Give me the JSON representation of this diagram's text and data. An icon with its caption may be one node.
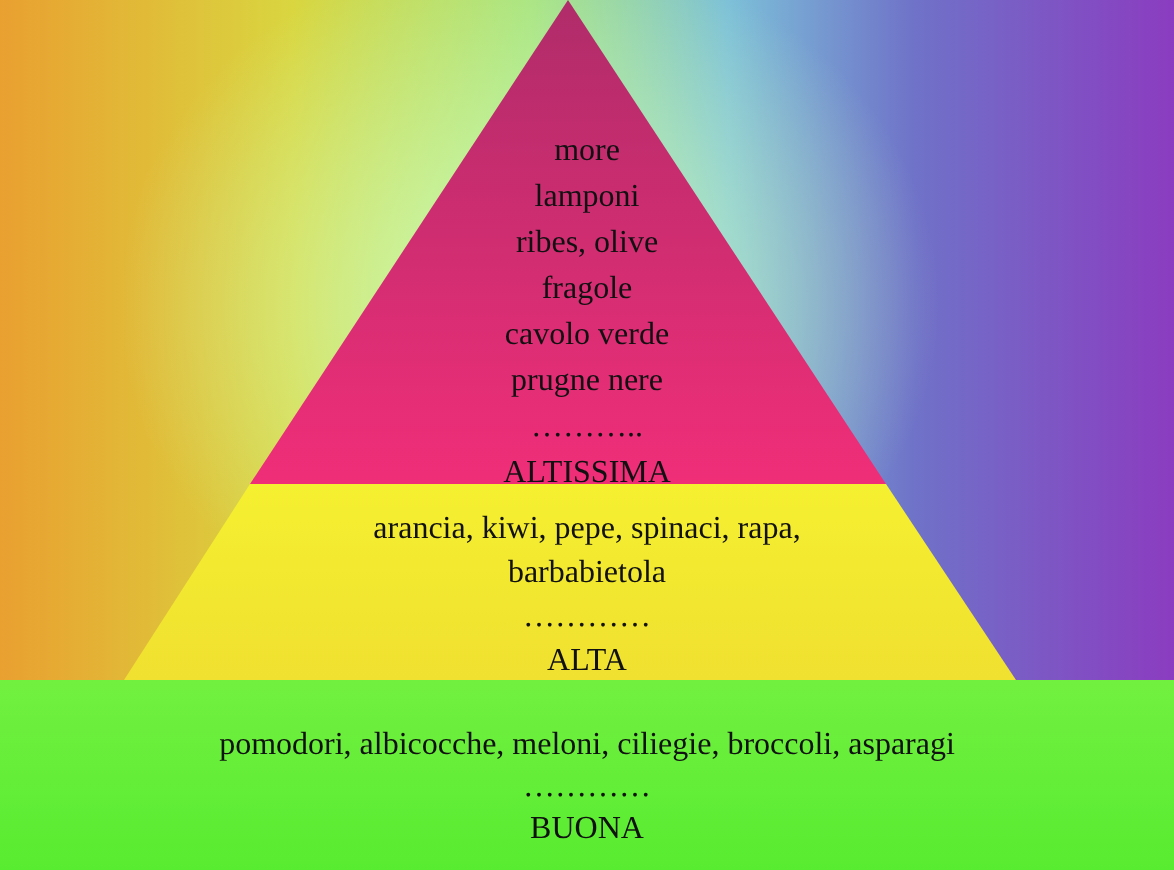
{
  "diagram": {
    "nodes": [
      {
        "text": [
          "more",
          "lamponi",
          "ribes, olive",
          "fragole",
          "cavolo verde",
          "prugne nere",
          "………..",
          "ALTISSIMA"
        ]
      },
      {
        "text": [
          "arancia, kiwi, pepe, spinaci, rapa, barbabietola",
          "…………",
          "ALTA"
        ]
      },
      {
        "text": [
          "pomodori, albicocche, meloni, ciliegie, broccoli, asparagi",
          "…………",
          "BUONA"
        ]
      }
    ]
  }
}
